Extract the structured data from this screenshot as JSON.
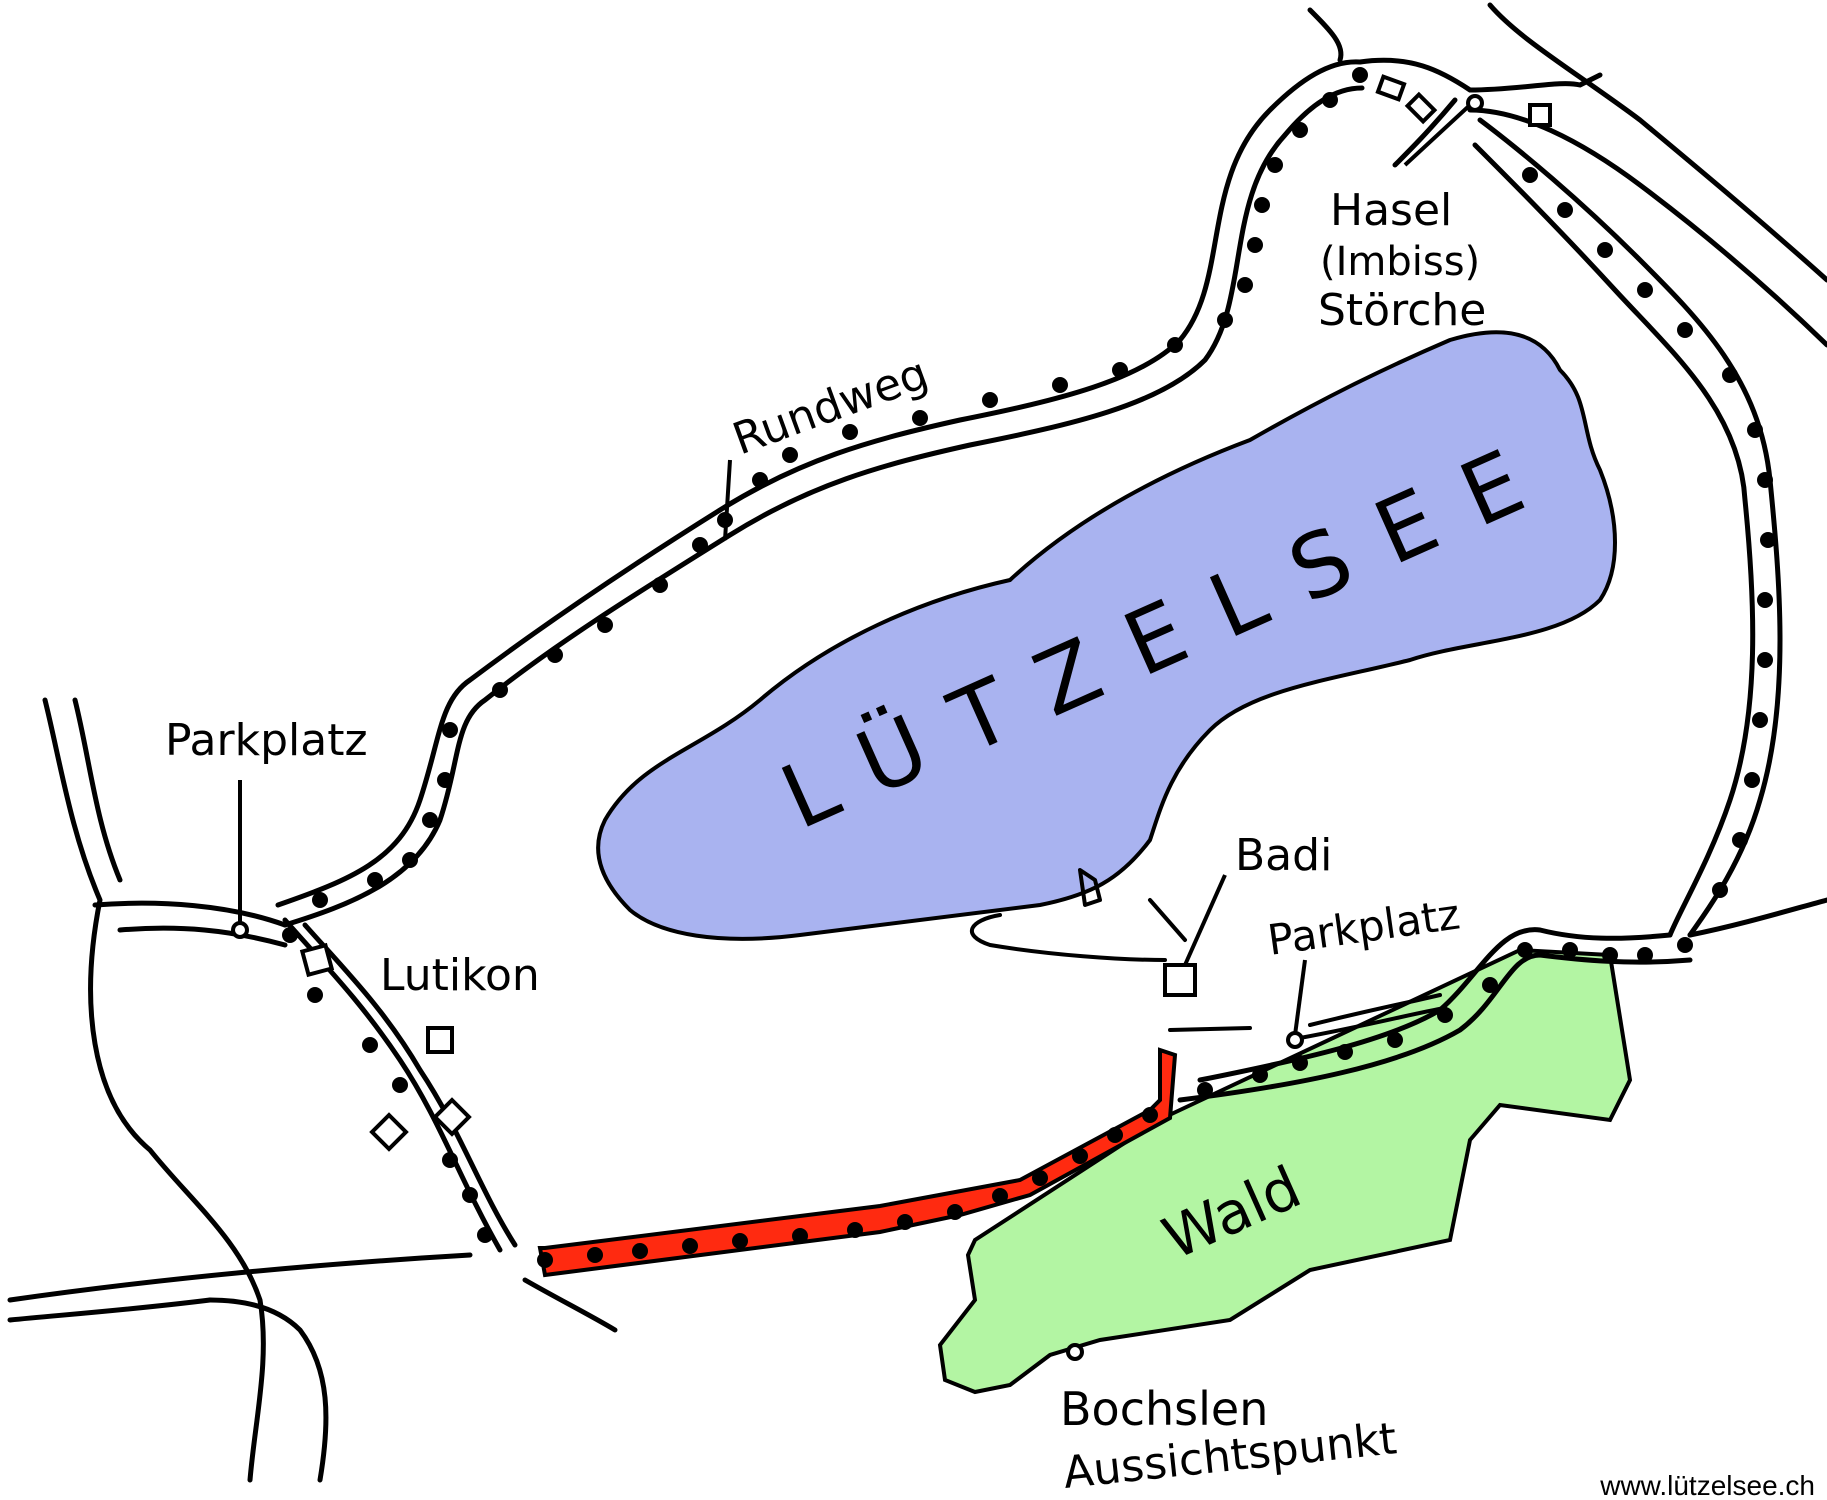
{
  "map": {
    "lake_name": "LÜTZELSEE",
    "forest_name": "Wald",
    "path_label": "Rundweg",
    "colors": {
      "lake": "#a9b3f0",
      "forest": "#b3f5a3",
      "highlight_path": "#ff2a10",
      "ink": "#000000"
    },
    "labels": {
      "parkplatz_west": "Parkplatz",
      "lutikon": "Lutikon",
      "hasel": "Hasel",
      "imbiss": "(Imbiss)",
      "stoerche": "Störche",
      "badi": "Badi",
      "parkplatz_south": "Parkplatz",
      "bochslen": "Bochslen",
      "aussichtspunkt": "Aussichtspunkt"
    },
    "credit": "www.lützelsee.ch"
  }
}
